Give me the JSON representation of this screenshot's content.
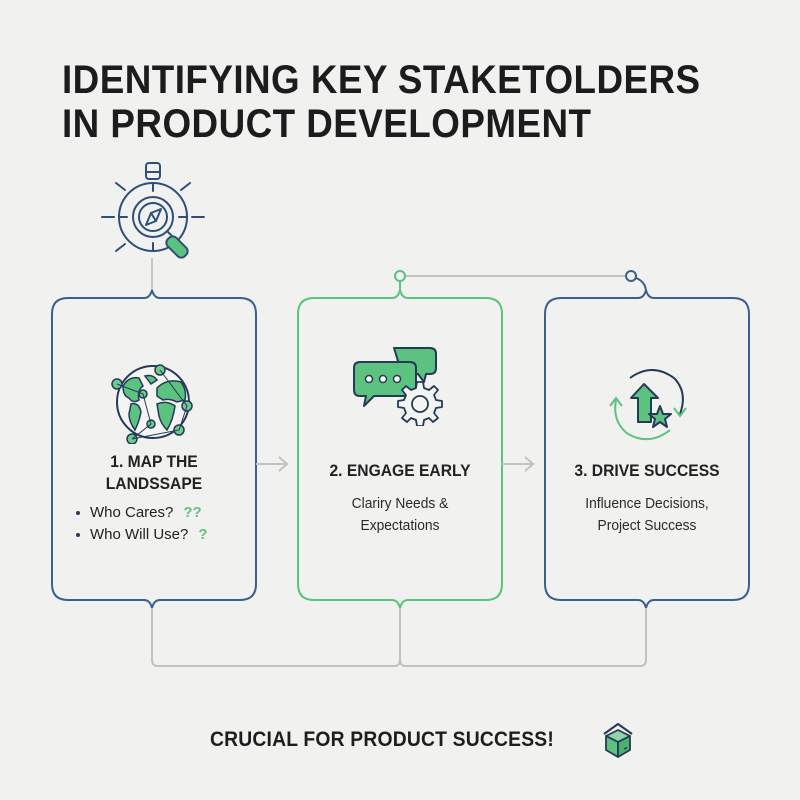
{
  "title": {
    "line1": "IDENTIFYING KEY STAKETOLDERS",
    "line2": "IN PRODUCT DEVELOPMENT"
  },
  "header_icon": "compass-magnifier-icon",
  "colors": {
    "background": "#f1f1ef",
    "navy": "#3b5f8f",
    "green": "#5cc27f",
    "green_fill": "#5cc27f",
    "connector_gray": "#c2c2c2",
    "text": "#1e1e1e"
  },
  "cards": [
    {
      "icon": "globe-network-icon",
      "title_line1": "1. MAP THE",
      "title_line2": "LANDSSAPE",
      "bullets": [
        {
          "text": "Who Cares?",
          "marks": "??"
        },
        {
          "text": "Who Will Use?",
          "marks": "?"
        }
      ],
      "border_color": "#3b5f8f"
    },
    {
      "icon": "chat-gear-icon",
      "title": "2. ENGAGE EARLY",
      "desc_line1": "Clariry Needs &",
      "desc_line2": "Expectations",
      "border_color": "#5cc27f"
    },
    {
      "icon": "cycle-arrow-star-icon",
      "title": "3. DRIVE SUCCESS",
      "desc_line1": "Influence Decisions,",
      "desc_line2": "Project Success",
      "border_color": "#3b5f8f"
    }
  ],
  "footer": {
    "text": "CRUCIAL FOR PRODUCT SUCCESS!",
    "icon": "box-icon"
  }
}
